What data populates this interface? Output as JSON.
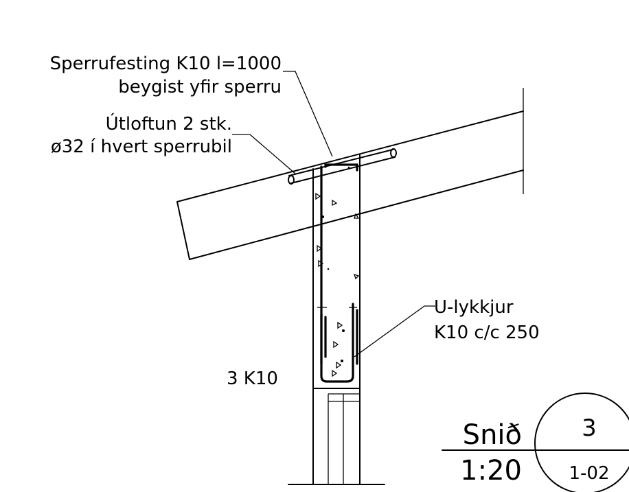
{
  "annotations": {
    "rafter_fixing_line1": "Sperrufesting K10 l=1000",
    "rafter_fixing_line2": "beygist yfir sperru",
    "ventilation_line1": "Útloftun 2 stk.",
    "ventilation_line2": "ø32 í hvert sperrubil",
    "u_bars_line1": "U-lykkjur",
    "u_bars_line2": "K10 c/c 250",
    "rebar_count": "3 K10"
  },
  "title_block": {
    "title": "Snið",
    "scale": "1:20",
    "section_number": "3",
    "sheet_ref": "1-02"
  }
}
